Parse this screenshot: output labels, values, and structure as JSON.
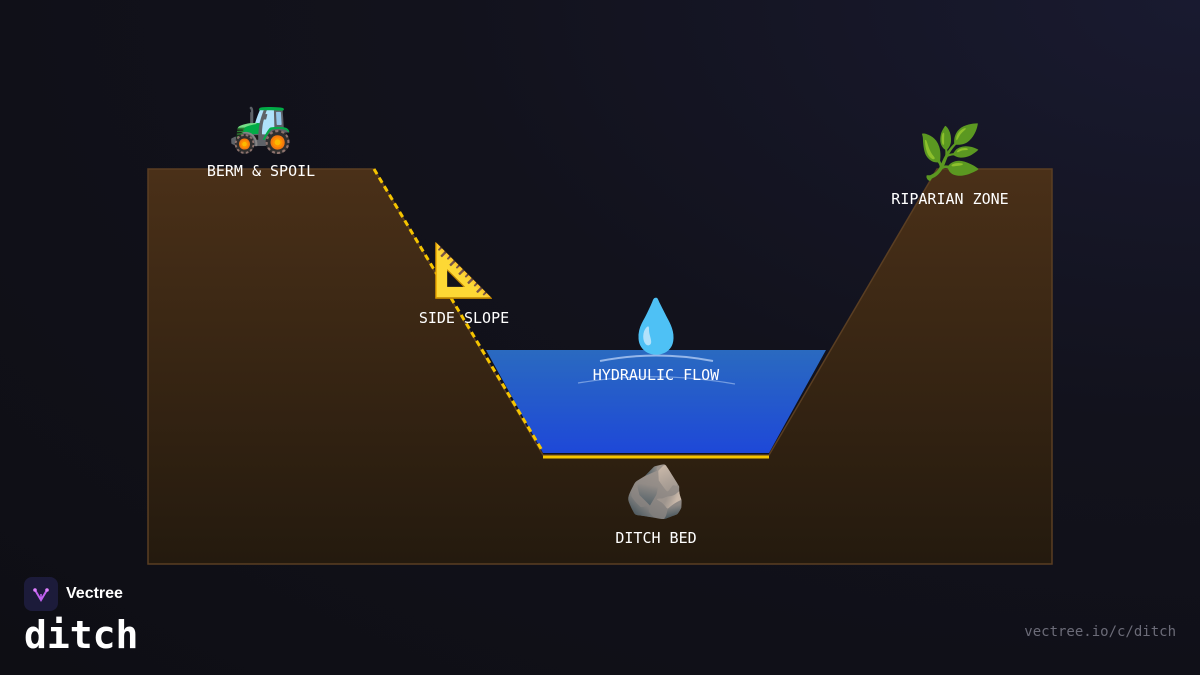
{
  "diagram": {
    "labels": {
      "berm": "BERM & SPOIL",
      "side_slope": "SIDE SLOPE",
      "hydraulic_flow": "HYDRAULIC FLOW",
      "riparian": "RIPARIAN ZONE",
      "ditch_bed": "DITCH BED"
    },
    "icons": {
      "berm": "🚜",
      "side_slope": "📐",
      "hydraulic_flow": "💧",
      "riparian": "🌿",
      "ditch_bed": "🪨"
    },
    "colors": {
      "soil_top": "#4a3018",
      "soil_bottom": "#241a0e",
      "water_top": "#2a6ac0",
      "water_bottom": "#1e48d8",
      "slope_line": "#f5c400"
    }
  },
  "brand": {
    "name": "Vectree",
    "title": "ditch",
    "url": "vectree.io/c/ditch"
  }
}
